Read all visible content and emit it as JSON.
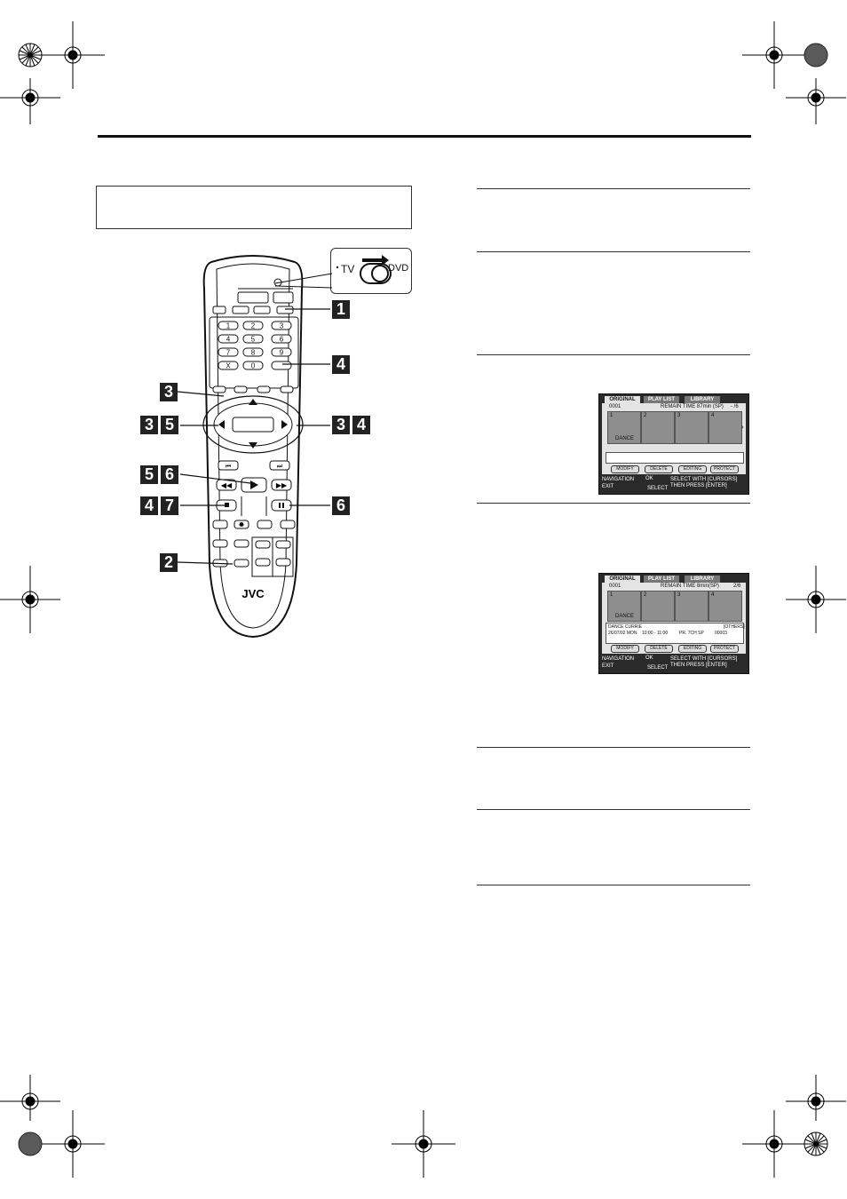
{
  "remote": {
    "brand": "JVC",
    "switch_tv": "TV",
    "switch_dvd": "DVD",
    "numpad": [
      "1",
      "2",
      "3",
      "4",
      "5",
      "6",
      "7",
      "8",
      "9",
      "X",
      "0"
    ]
  },
  "callouts": {
    "c1": "1",
    "c4": "4",
    "c3a": "3",
    "c35a": "3",
    "c35b": "5",
    "c34a": "3",
    "c34b": "4",
    "c56a": "5",
    "c56b": "6",
    "c47a": "4",
    "c47b": "7",
    "c6": "6",
    "c2": "2"
  },
  "screen1": {
    "tabs": [
      "ORIGINAL",
      "PLAY LIST",
      "LIBRARY"
    ],
    "disc": "0001",
    "remain": "REMAIN TIME   87min (SP)",
    "page": "- /6",
    "thumbs": [
      "1",
      "2",
      "3",
      "4"
    ],
    "thumb1_label": "DANCE",
    "buttons": [
      "MODIFY",
      "DELETE",
      "EDITING",
      "PROTECT"
    ],
    "nav_label": "NAVIGATION",
    "exit_label": "EXIT",
    "ok_label": "OK",
    "select_label": "SELECT",
    "instr1": "SELECT WITH [CURSORS]",
    "instr2": "THEN PRESS [ENTER]"
  },
  "screen2": {
    "tabs": [
      "ORIGINAL",
      "PLAY LIST",
      "LIBRARY"
    ],
    "disc": "0001",
    "remain": "REMAIN TIME   8min(SP)",
    "page": "2/6",
    "thumbs": [
      "1",
      "2",
      "3",
      "4"
    ],
    "thumb1_label": "DANCE",
    "info1": "DANCE CURRIE",
    "info2": "26/07/02 MON",
    "info3": "10:00 - 11:00",
    "info4": "PR. 7CH   SP",
    "info5": "00003",
    "others": "[OTHERS]",
    "buttons": [
      "MODIFY",
      "DELETE",
      "EDITING",
      "PROTECT"
    ],
    "nav_label": "NAVIGATION",
    "exit_label": "EXIT",
    "ok_label": "OK",
    "select_label": "SELECT",
    "instr1": "SELECT WITH [CURSORS]",
    "instr2": "THEN PRESS [ENTER]"
  }
}
